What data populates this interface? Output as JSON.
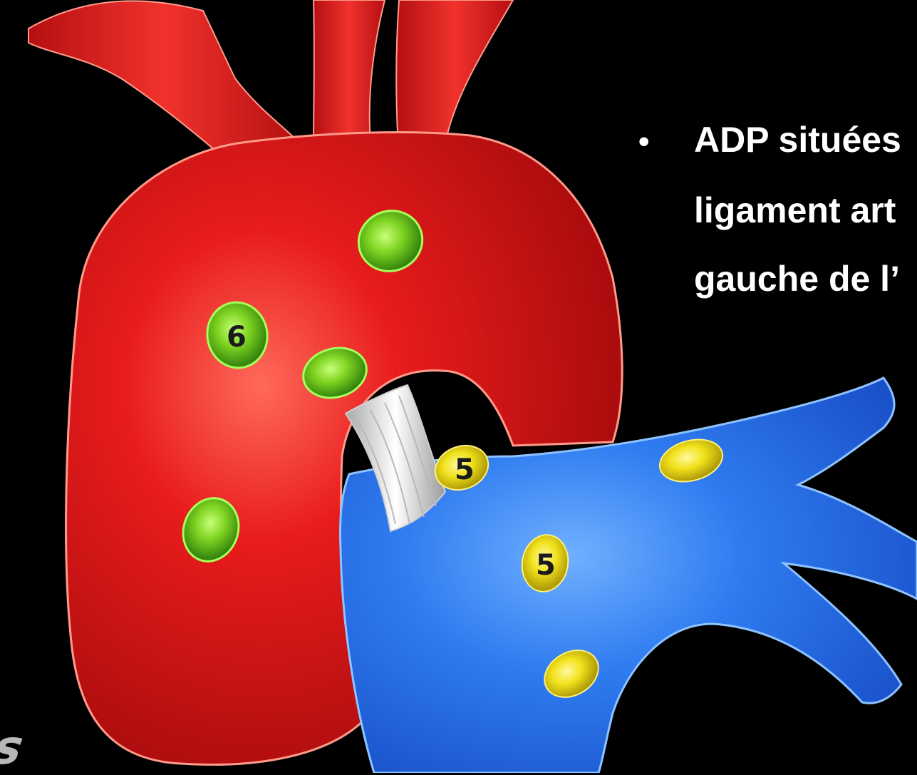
{
  "bullet": {
    "marker": "•",
    "line1": "ADP situées",
    "line2": "ligament art",
    "line3": "gauche de l’"
  },
  "nodes": {
    "station6_label": "6",
    "station5_ligament_label": "5",
    "station5_pulmonary_label": "5"
  },
  "watermark": "s",
  "colors": {
    "background": "#000000",
    "aorta": "#e2171b",
    "pulmonary_artery": "#2f7bf0",
    "green_node": "#7ed321",
    "yellow_node": "#f2e21c",
    "ligament": "#e6e6e6",
    "text": "#ffffff"
  },
  "icons": {
    "aorta": "aortic-arch-illustration",
    "pulmonary": "pulmonary-artery-illustration",
    "ligament": "ligamentum-arteriosum-illustration"
  }
}
